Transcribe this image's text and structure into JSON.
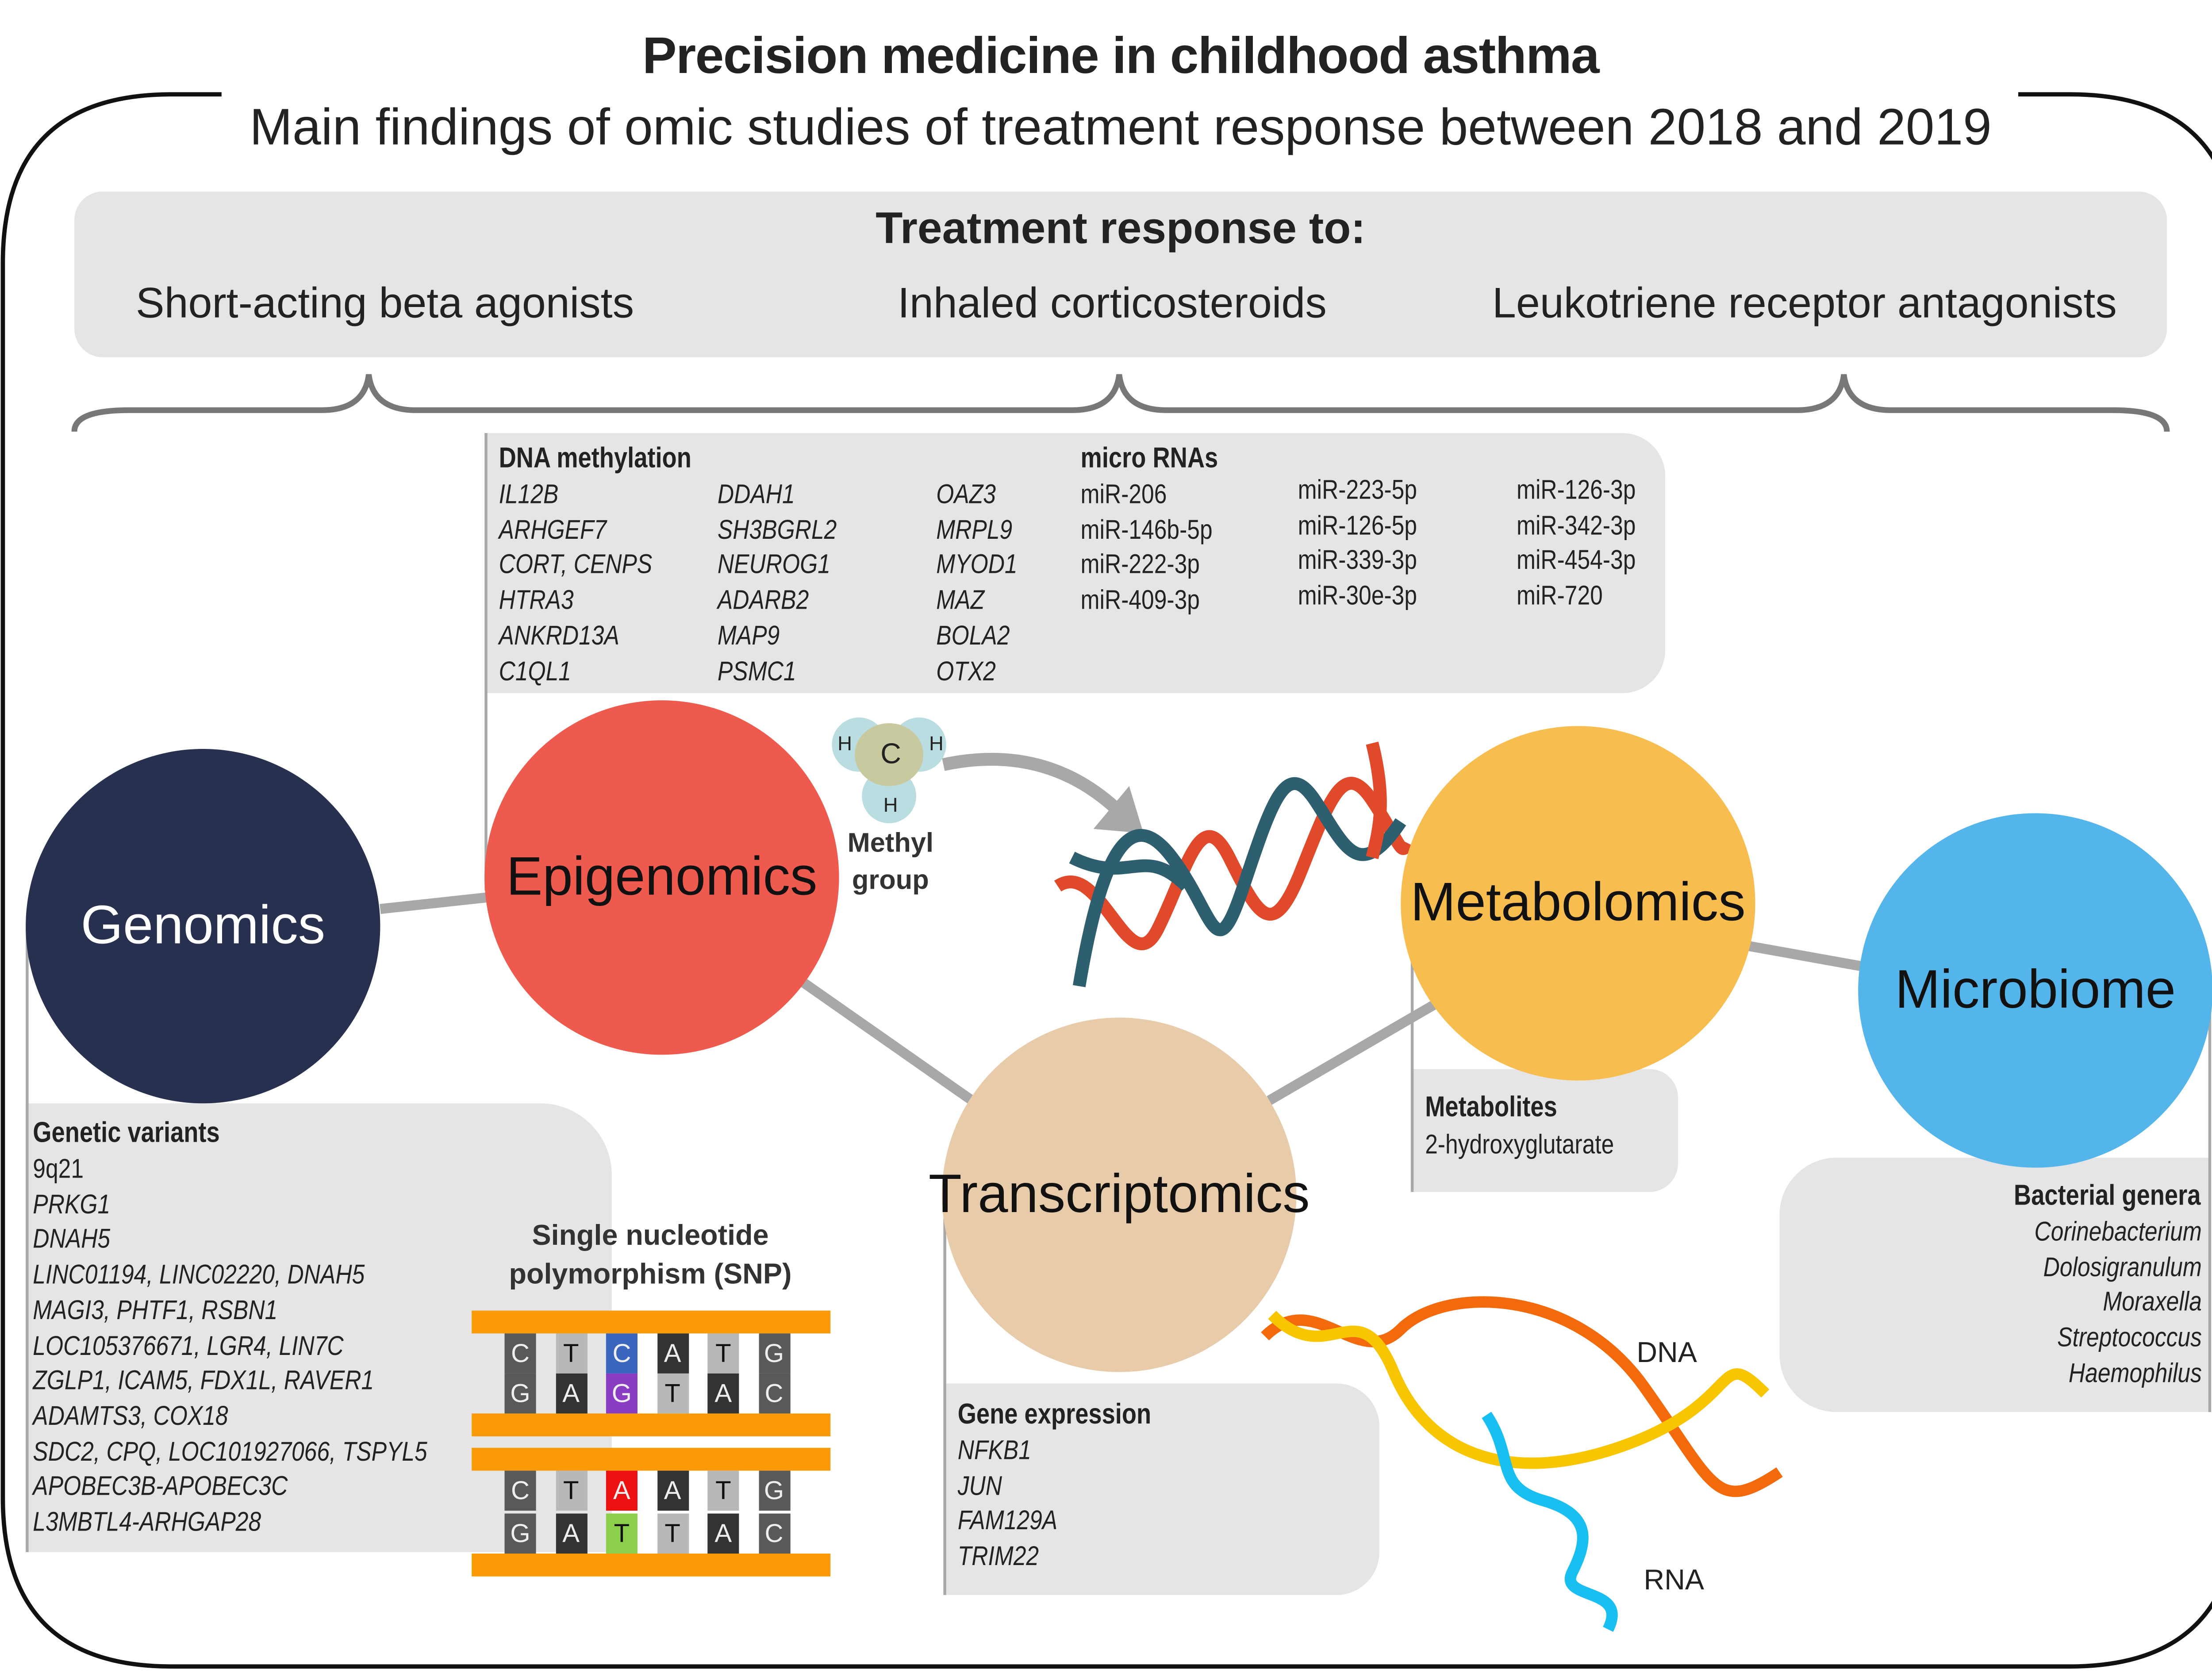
{
  "title": "Precision medicine in childhood asthma",
  "subtitle": "Main findings of omic studies of treatment response between 2018 and 2019",
  "treatment": {
    "heading": "Treatment response to:",
    "items": [
      "Short-acting beta agonists",
      "Inhaled corticosteroids",
      "Leukotriene receptor antagonists"
    ]
  },
  "epigenomics_box": {
    "dna_methylation_heading": "DNA methylation",
    "dna_methylation_col1": [
      "IL12B",
      "ARHGEF7",
      "CORT, CENPS",
      "HTRA3",
      "ANKRD13A",
      "C1QL1"
    ],
    "dna_methylation_col2": [
      "DDAH1",
      "SH3BGRL2",
      "NEUROG1",
      "ADARB2",
      "MAP9",
      "PSMC1"
    ],
    "dna_methylation_col3": [
      "OAZ3",
      "MRPL9",
      "MYOD1",
      "MAZ",
      "BOLA2",
      "OTX2"
    ],
    "microrna_heading": "micro RNAs",
    "microrna_col1": [
      "miR-206",
      "miR-146b-5p",
      "miR-222-3p",
      "miR-409-3p"
    ],
    "microrna_col2": [
      "miR-223-5p",
      "miR-126-5p",
      "miR-339-3p",
      "miR-30e-3p"
    ],
    "microrna_col3": [
      "miR-126-3p",
      "miR-342-3p",
      "miR-454-3p",
      "miR-720"
    ]
  },
  "omics": {
    "genomics": {
      "label": "Genomics",
      "color": "#27304f"
    },
    "epigenomics": {
      "label": "Epigenomics",
      "color": "#ee5b4e"
    },
    "transcriptomics": {
      "label": "Transcriptomics",
      "color": "#e8cba8"
    },
    "metabolomics": {
      "label": "Metabolomics",
      "color": "#f7bd4e"
    },
    "microbiome": {
      "label": "Microbiome",
      "color": "#53b5ea"
    }
  },
  "methyl_group": {
    "atoms": [
      "H",
      "C",
      "H",
      "H"
    ],
    "label_line1": "Methyl",
    "label_line2": "group"
  },
  "genetic_variants": {
    "heading": "Genetic variants",
    "first": "9q21",
    "items": [
      "PRKG1",
      "DNAH5",
      "LINC01194, LINC02220, DNAH5",
      "MAGI3, PHTF1, RSBN1",
      "LOC105376671, LGR4, LIN7C",
      "ZGLP1, ICAM5, FDX1L, RAVER1",
      "ADAMTS3, COX18",
      "SDC2, CPQ, LOC101927066, TSPYL5",
      "APOBEC3B-APOBEC3C",
      "L3MBTL4-ARHGAP28"
    ]
  },
  "snp": {
    "label_line1": "Single nucleotide",
    "label_line2": "polymorphism (SNP)",
    "strand1_top": [
      "C",
      "T",
      "C",
      "A",
      "T",
      "G"
    ],
    "strand1_bottom": [
      "G",
      "A",
      "G",
      "T",
      "A",
      "C"
    ],
    "strand2_top": [
      "C",
      "T",
      "A",
      "A",
      "T",
      "G"
    ],
    "strand2_bottom": [
      "G",
      "A",
      "T",
      "T",
      "A",
      "C"
    ]
  },
  "gene_expression": {
    "heading": "Gene expression",
    "items": [
      "NFKB1",
      "JUN",
      "FAM129A",
      "TRIM22"
    ]
  },
  "metabolites": {
    "heading": "Metabolites",
    "items": [
      "2-hydroxyglutarate"
    ]
  },
  "bacterial_genera": {
    "heading": "Bacterial genera",
    "items": [
      "Corinebacterium",
      "Dolosigranulum",
      "Moraxella",
      "Streptococcus",
      "Haemophilus"
    ]
  },
  "dna_rna": {
    "dna_label": "DNA",
    "rna_label": "RNA"
  }
}
